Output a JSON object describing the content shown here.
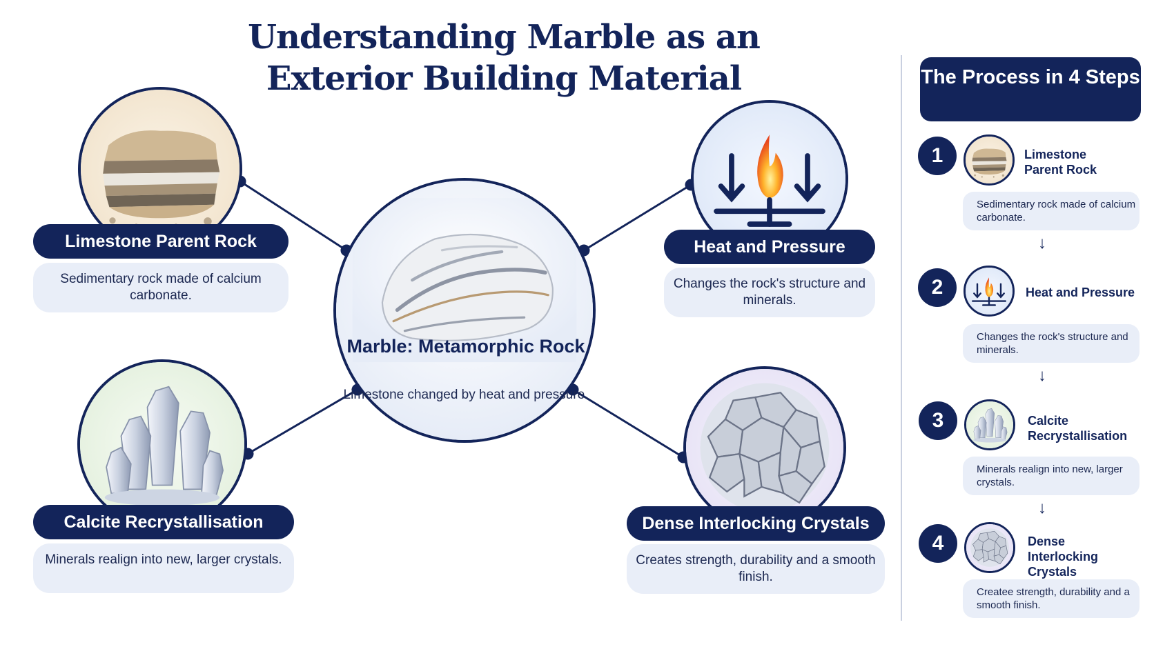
{
  "title": "Understanding Marble as an Exterior Building Material",
  "center": {
    "title": "Marble: Metamorphic Rock",
    "description": "Limestone changed by heat and pressure."
  },
  "nodes": [
    {
      "title": "Limestone Parent Rock",
      "description": "Sedimentary rock made of calcium carbonate.",
      "icon": "layered-rock-icon"
    },
    {
      "title": "Heat and Pressure",
      "description": "Changes the rock's structure and minerals.",
      "icon": "flame-pressure-icon"
    },
    {
      "title": "Calcite Recrystallisation",
      "description": "Minerals realign into new, larger crystals.",
      "icon": "crystal-cluster-icon"
    },
    {
      "title": "Dense Interlocking Crystals",
      "description": "Creates strength, durability and a smooth finish.",
      "icon": "interlocking-crystals-icon"
    }
  ],
  "sidebar": {
    "header": "The Process in 4 Steps",
    "steps": [
      {
        "number": "1",
        "title": "Limestone Parent Rock",
        "description": "Sedimentary rock made of calcium carbonate."
      },
      {
        "number": "2",
        "title": "Heat and Pressure",
        "description": "Changes the rock's structure and minerals."
      },
      {
        "number": "3",
        "title": "Calcite Recrystallisation",
        "description": "Minerals realign into new, larger crystals."
      },
      {
        "number": "4",
        "title": "Dense Interlocking Crystals",
        "description": "Createe strength, durability and a smooth finish."
      }
    ]
  },
  "colors": {
    "navy": "#13245a",
    "panel": "#e9eef8",
    "flame": "#f26522"
  }
}
